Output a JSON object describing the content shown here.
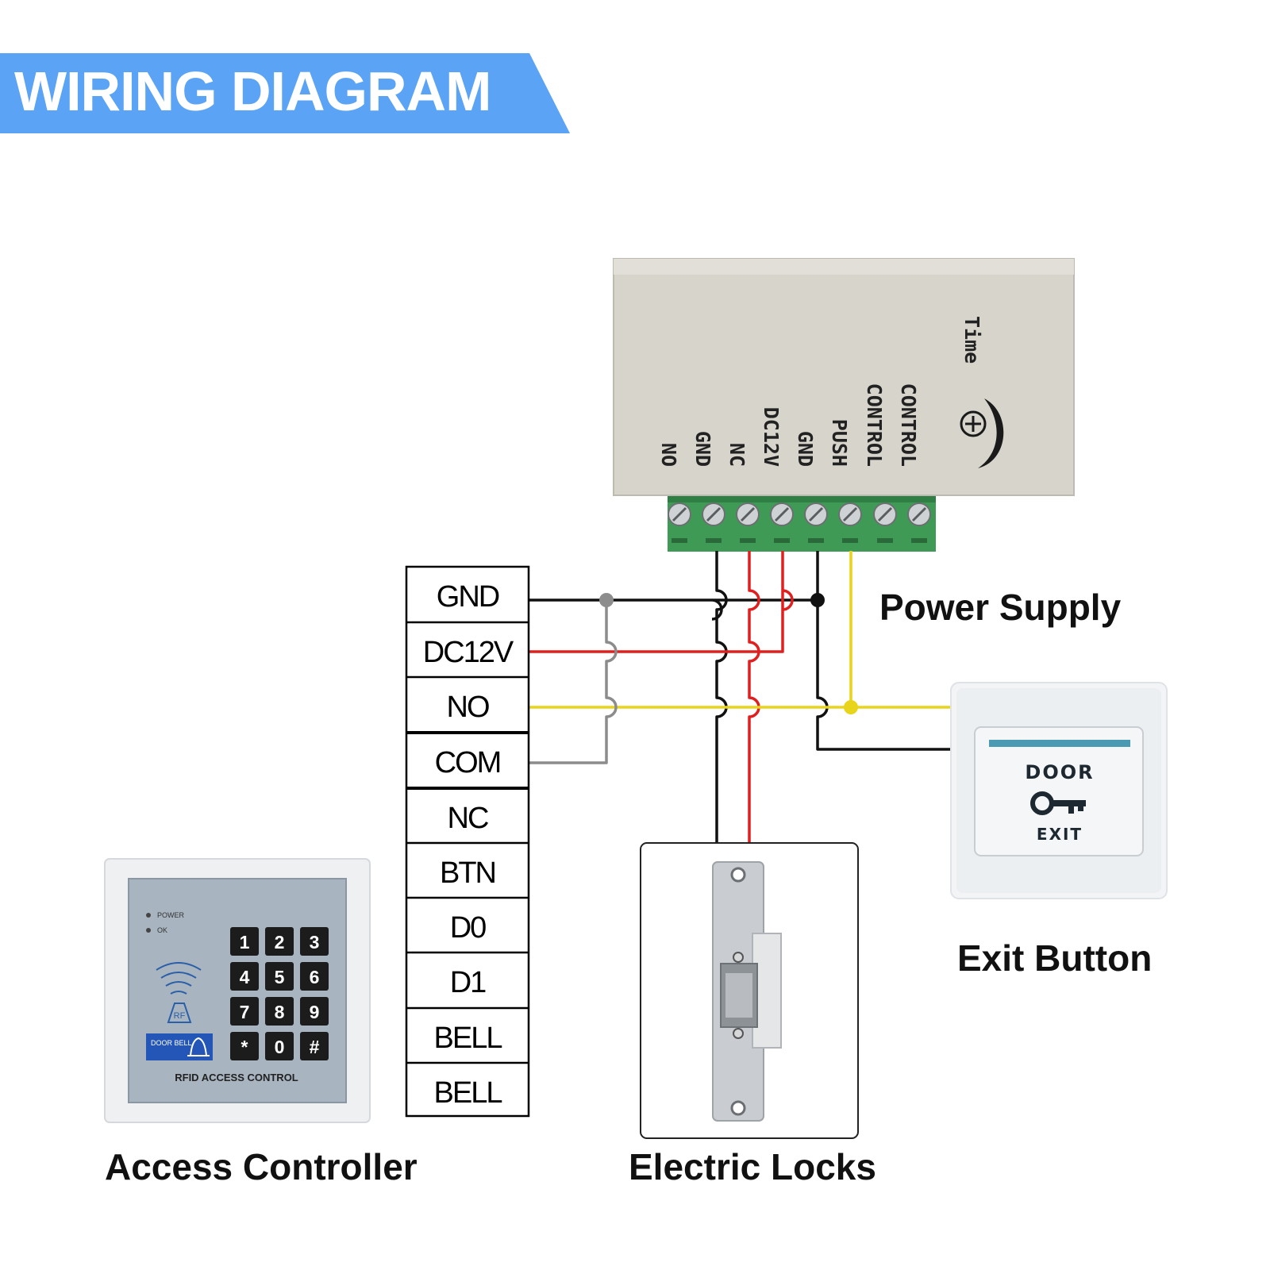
{
  "title": "WIRING DIAGRAM",
  "colors": {
    "banner": "#5aa3f5",
    "wire_black": "#111111",
    "wire_red": "#e01f1f",
    "wire_yellow": "#e8d41a",
    "wire_gray": "#8c8c8c",
    "terminal_block": "#3f9a55"
  },
  "captions": {
    "power_supply": "Power Supply",
    "exit_button": "Exit Button",
    "access_controller": "Access Controller",
    "electric_locks": "Electric Locks"
  },
  "controller_terminals": [
    "GND",
    "DC12V",
    "NO",
    "COM",
    "NC",
    "BTN",
    "D0",
    "D1",
    "BELL",
    "BELL"
  ],
  "power_supply": {
    "terminal_labels": [
      "NO",
      "GND",
      "NC",
      "DC12V",
      "GND",
      "PUSH",
      "CONTROL",
      "CONTROL"
    ],
    "time_label": "Time"
  },
  "exit_button": {
    "top_text": "DOOR",
    "bottom_text": "EXIT",
    "icon": "key-icon"
  },
  "access_controller": {
    "power_led": "POWER",
    "ok_led": "OK",
    "rf_label": "RF",
    "doorbell_label": "DOOR BELL",
    "model_label": "RFID ACCESS CONTROL",
    "keys": [
      "1",
      "2",
      "3",
      "4",
      "5",
      "6",
      "7",
      "8",
      "9",
      "*",
      "0",
      "#"
    ]
  }
}
